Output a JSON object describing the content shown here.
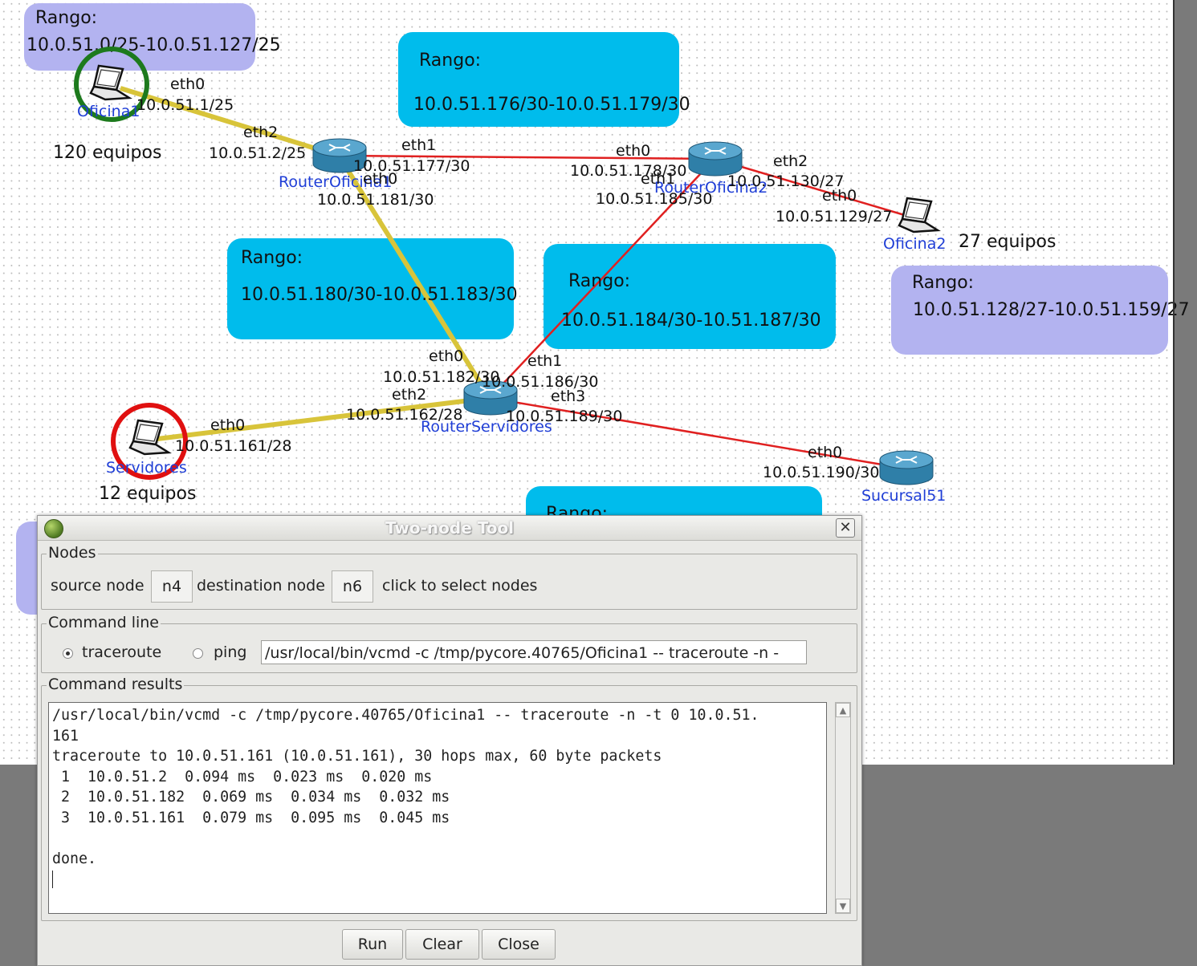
{
  "canvas": {
    "zones": {
      "oficina1": {
        "title": "Rango:",
        "range": "10.0.51.0/25-10.0.51.127/25"
      },
      "link_r1_r2": {
        "title": "Rango:",
        "range": "10.0.51.176/30-10.0.51.179/30"
      },
      "link_r1_rs": {
        "title": "Rango:",
        "range": "10.0.51.180/30-10.0.51.183/30"
      },
      "link_r2_rs": {
        "title": "Rango:",
        "range": "10.0.51.184/30-10.51.187/30"
      },
      "oficina2": {
        "title": "Rango:",
        "range": "10.0.51.128/27-10.0.51.159/27"
      },
      "sucursal_partial": {
        "title": "Rango:"
      }
    },
    "nodes": {
      "oficina1": "Oficina1",
      "router_oficina1": "RouterOficina1",
      "router_oficina2": "RouterOficina2",
      "oficina2": "Oficina2",
      "router_servidores": "RouterServidores",
      "servidores": "Servidores",
      "sucursal51": "Sucursal51"
    },
    "counts": {
      "oficina1": "120 equipos",
      "oficina2": "27 equipos",
      "servidores": "12 equipos"
    },
    "interfaces": {
      "of1_eth0": "eth0",
      "of1_ip": "10.0.51.1/25",
      "r1_eth2": "eth2",
      "r1_eth2_ip": "10.0.51.2/25",
      "r1_eth1": "eth1",
      "r1_eth1_ip": "10.0.51.177/30",
      "r1_eth0": "eth0",
      "r1_eth0_ip": "10.0.51.181/30",
      "r2_eth0": "eth0",
      "r2_eth0_ip": "10.0.51.178/30",
      "r2_eth1": "eth1",
      "r2_eth1_ip": "10.0.51.185/30",
      "r2_eth2": "eth2",
      "r2_eth2_ip": "10.0.51.130/27",
      "of2_eth0": "eth0",
      "of2_ip": "10.0.51.129/27",
      "rs_eth0": "eth0",
      "rs_eth0_ip": "10.0.51.182/30",
      "rs_eth1": "eth1",
      "rs_eth1_ip": "10.0.51.186/30",
      "rs_eth2": "eth2",
      "rs_eth2_ip": "10.0.51.162/28",
      "rs_eth3": "eth3",
      "rs_eth3_ip": "10.0.51.189/30",
      "srv_eth0": "eth0",
      "srv_ip": "10.0.51.161/28",
      "suc_eth0": "eth0",
      "suc_ip": "10.0.51.190/30"
    },
    "colors": {
      "wired_link": "#d8c43a",
      "routed_link": "#e02020",
      "zone_blue": "#00bcec",
      "zone_lavender": "#b3b3f0",
      "source_marker": "#1d7a1d",
      "destination_marker": "#e01010"
    }
  },
  "dialog": {
    "title": "Two-node Tool",
    "nodes_legend": "Nodes",
    "source_label": "source node",
    "source_value": "n4",
    "destination_label": "destination node",
    "destination_value": "n6",
    "hint": "click to select nodes",
    "command_legend": "Command line",
    "traceroute_label": "traceroute",
    "ping_label": "ping",
    "selected_mode": "traceroute",
    "command_value": "/usr/local/bin/vcmd -c /tmp/pycore.40765/Oficina1 -- traceroute -n -",
    "results_legend": "Command results",
    "results_text": "/usr/local/bin/vcmd -c /tmp/pycore.40765/Oficina1 -- traceroute -n -t 0 10.0.51.\n161\ntraceroute to 10.0.51.161 (10.0.51.161), 30 hops max, 60 byte packets\n 1  10.0.51.2  0.094 ms  0.023 ms  0.020 ms\n 2  10.0.51.182  0.069 ms  0.034 ms  0.032 ms\n 3  10.0.51.161  0.079 ms  0.095 ms  0.045 ms\n\ndone.",
    "buttons": {
      "run": "Run",
      "clear": "Clear",
      "close": "Close"
    }
  }
}
